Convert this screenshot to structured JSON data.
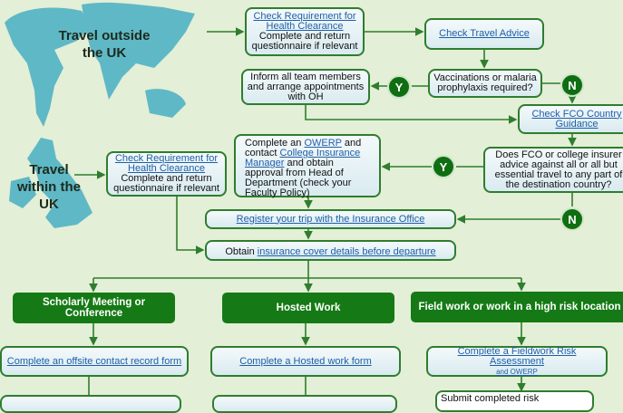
{
  "regions": {
    "outside": "Travel outside the UK",
    "within": "Travel within the UK"
  },
  "outside_health": {
    "link": "Check Requirement for Health Clearance",
    "text": "Complete and return questionnaire if relevant"
  },
  "travel_advice": {
    "link": "Check Travel Advice"
  },
  "inform": {
    "text": "Inform all team members and arrange appointments with OH"
  },
  "vaccinations": {
    "text": "Vaccinations or malaria prophylaxis required?"
  },
  "fco": {
    "link": "Check FCO Country Guidance"
  },
  "fco_question": {
    "text": "Does FCO or college insurer advice against all or all but essential travel to any part of the destination country?"
  },
  "owerp": {
    "t1": "Complete an ",
    "link1": "OWERP",
    "t2": " and contact ",
    "link2": "College Insurance Manager",
    "t3": " and obtain approval from Head of Department (check your Faculty Policy)"
  },
  "uk_health": {
    "link": "Check Requirement for Health Clearance",
    "text": "Complete and return questionnaire if relevant"
  },
  "register": {
    "link": "Register your trip with the Insurance Office"
  },
  "obtain": {
    "text": "Obtain ",
    "link": "insurance cover details before departure"
  },
  "yes": "Y",
  "no": "N",
  "categories": [
    {
      "title": "Scholarly Meeting or Conference",
      "form": "Complete an offsite contact record form"
    },
    {
      "title": "Hosted Work",
      "form": "Complete a Hosted work form"
    },
    {
      "title": "Field work or work in a high risk location",
      "form": "Complete a Fieldwork Risk Assessment",
      "form_small": "and OWERP"
    }
  ],
  "submit": {
    "text": "Submit completed risk"
  },
  "colors": {
    "dark_green": "#157a15",
    "map": "#5fb8c6",
    "bg": "#e3efd6"
  }
}
